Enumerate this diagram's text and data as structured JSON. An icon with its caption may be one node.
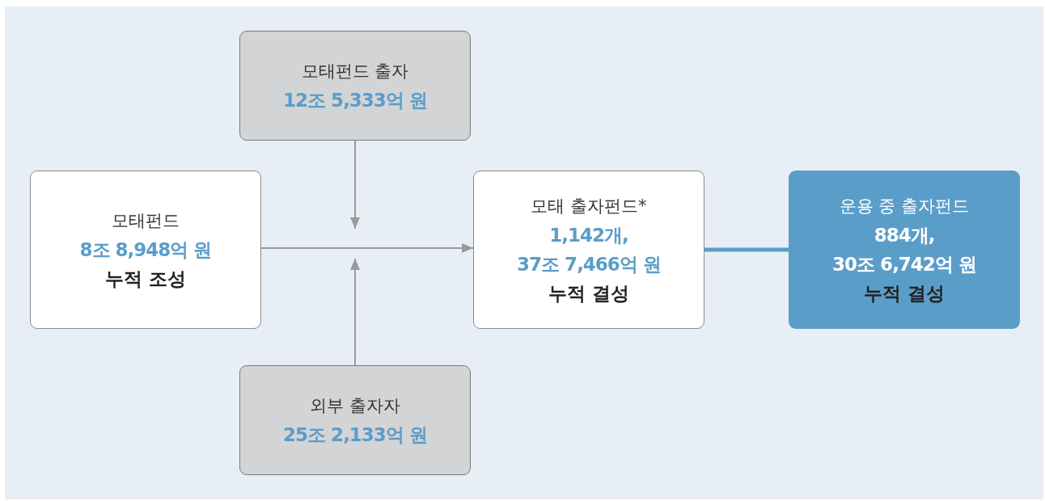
{
  "diagram": {
    "nodes": [
      {
        "text": [
          "모태펀드 출자",
          "12조 5,333억 원"
        ]
      },
      {
        "text": [
          "모태펀드",
          "8조 8,948억 원",
          "누적 조성"
        ]
      },
      {
        "text": [
          "모태 출자펀드*",
          "1,142개, 37조 7,466억 원",
          "누적 결성"
        ]
      },
      {
        "text": [
          "운용 중 출자펀드",
          "884개, 30조 6,742억 원",
          "누적 결성"
        ]
      },
      {
        "text": [
          "외부 출자자",
          "25조 2,133억 원"
        ]
      }
    ],
    "edges": [
      {
        "from": 0,
        "to": null,
        "arrow": "to"
      },
      {
        "from": 4,
        "to": null,
        "arrow": "to"
      },
      {
        "from": 1,
        "to": 2,
        "arrow": "to"
      },
      {
        "from": 2,
        "to": 3,
        "arrow": "none",
        "style": "thick",
        "color": "#5b9dc9"
      }
    ]
  }
}
